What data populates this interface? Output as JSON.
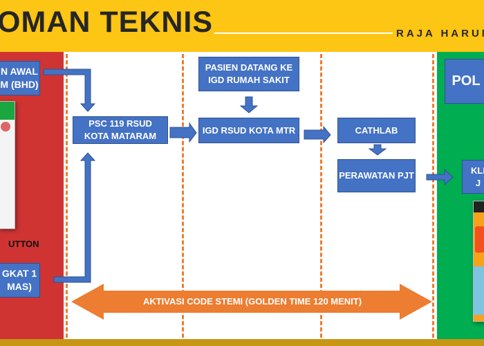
{
  "header": {
    "title": "OMAN TEKNIS",
    "subtitle": "RAJA HARUM"
  },
  "left": {
    "box_top": "N AWAL\nM (BHD)",
    "button_label": "UTTON",
    "box_bottom": "GKAT 1\nMAS)"
  },
  "flow": {
    "psc": "PSC 119 RSUD\nKOTA MATARAM",
    "pasien": "PASIEN DATANG KE\nIGD RUMAH SAKIT",
    "igd": "IGD RSUD KOTA MTR",
    "cathlab": "CATHLAB",
    "perawatan": "PERAWATAN PJT",
    "code_stemi": "AKTIVASI CODE STEMI (GOLDEN TIME 120 MENIT)"
  },
  "right": {
    "box_top": "POL",
    "box_klinik": "KLI\nJ"
  },
  "colors": {
    "header": "#FDC514",
    "red": "#CF3433",
    "green": "#00AD50",
    "box": "#4472C4",
    "arrow": "#ED7D31"
  }
}
